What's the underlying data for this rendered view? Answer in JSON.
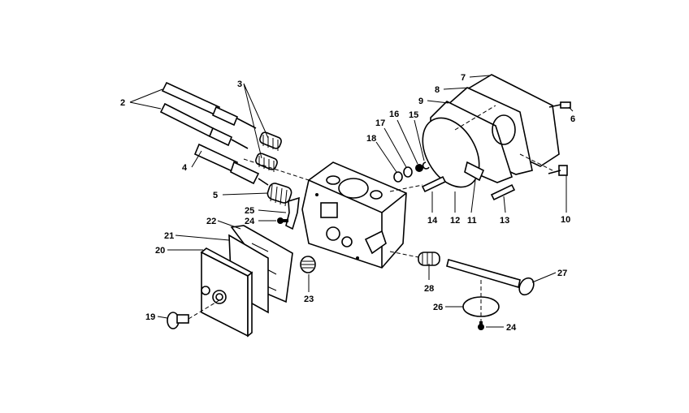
{
  "diagram": {
    "type": "exploded parts view",
    "callouts": {
      "c2": "2",
      "c3": "3",
      "c4": "4",
      "c5": "5",
      "c25": "25",
      "c24a": "24",
      "c22": "22",
      "c21": "21",
      "c20": "20",
      "c19": "19",
      "c23": "23",
      "c7": "7",
      "c8": "8",
      "c9": "9",
      "c6": "6",
      "c17": "17",
      "c16": "16",
      "c15": "15",
      "c18": "18",
      "c14": "14",
      "c12": "12",
      "c11": "11",
      "c13": "13",
      "c10": "10",
      "c28": "28",
      "c27": "27",
      "c26": "26",
      "c24b": "24"
    }
  }
}
